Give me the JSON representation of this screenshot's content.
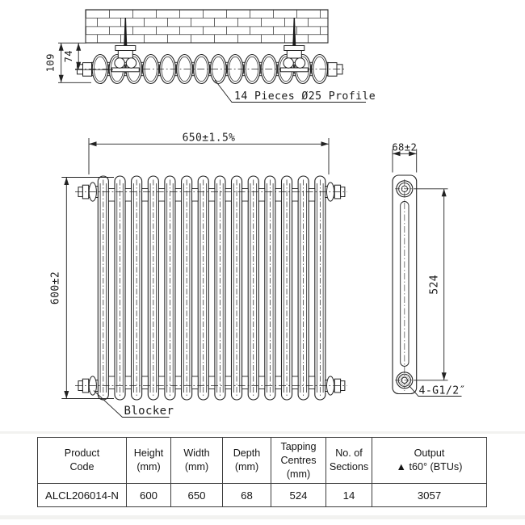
{
  "drawing": {
    "top_view": {
      "dim_wall_to_front": "109",
      "dim_wall_to_centre": "74",
      "profile_label": "14 Pieces Ø25 Profile"
    },
    "front_view": {
      "dim_width": "650±1.5%",
      "dim_height": "600±2",
      "blocker_label": "Blocker"
    },
    "side_view": {
      "dim_depth": "68±2",
      "dim_tapping_centres": "524",
      "tapping_size_label": "4-G1/2″"
    }
  },
  "table": {
    "headers": [
      "Product\nCode",
      "Height\n(mm)",
      "Width\n(mm)",
      "Depth\n(mm)",
      "Tapping\nCentres\n(mm)",
      "No. of\nSections",
      "Output\n▲ t60° (BTUs)"
    ],
    "row": [
      "ALCL206014-N",
      "600",
      "650",
      "68",
      "524",
      "14",
      "3057"
    ]
  }
}
